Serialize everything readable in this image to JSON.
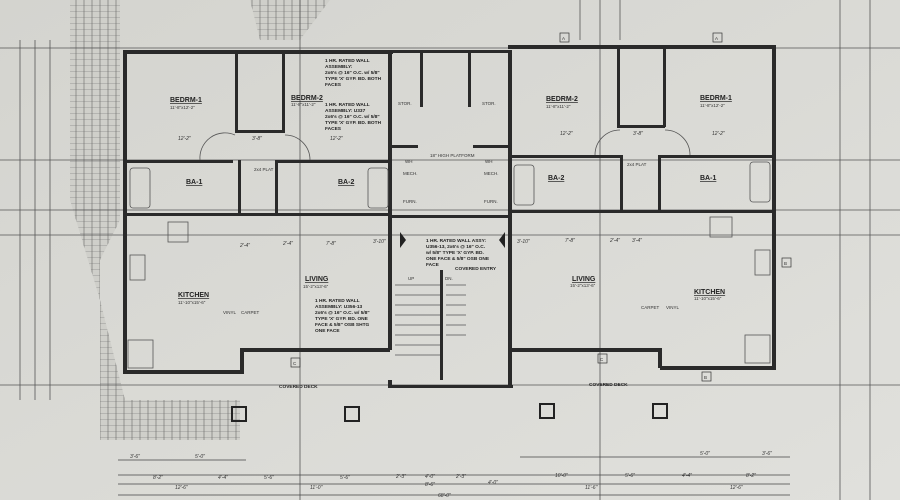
{
  "plan": {
    "left_unit": {
      "bedroom1": {
        "name": "BEDRM-1",
        "size": "11'-8\"x12'-2\""
      },
      "bedroom2": {
        "name": "BEDRM-2",
        "size": "11'-8\"x11'-2\""
      },
      "bath1": "BA-1",
      "bath2": "BA-2",
      "kitchen": {
        "name": "KITCHEN",
        "size": "11'-10\"x15'-6\""
      },
      "living": {
        "name": "LIVING",
        "size": "15'-2\"x13'-6\""
      },
      "flooring": [
        "VINYL",
        "CARPET"
      ],
      "deck": "COVERED DECK",
      "plat": "2x4 PLAT"
    },
    "core": {
      "stor_left": "STOR.",
      "stor_right": "STOR.",
      "mech_left": "MECH.",
      "mech_right": "MECH.",
      "furn_left": "FURN.",
      "furn_right": "FURN.",
      "wh": "WH",
      "platform": "18\" HIGH PLATFORM",
      "entry": "COVERED ENTRY",
      "up": "UP",
      "dn": "DN."
    },
    "right_unit": {
      "bedroom1": {
        "name": "BEDRM-1",
        "size": "11'-8\"x12'-2\""
      },
      "bedroom2": {
        "name": "BEDRM-2",
        "size": "11'-8\"x11'-2\""
      },
      "bath1": "BA-1",
      "bath2": "BA-2",
      "kitchen": {
        "name": "KITCHEN",
        "size": "11'-10\"x15'-6\""
      },
      "living": {
        "name": "LIVING",
        "size": "15'-2\"x13'-6\""
      },
      "flooring": [
        "CARPET",
        "VINYL"
      ],
      "deck": "COVERED DECK",
      "plat": "2x4 PLAT"
    },
    "notes": {
      "wall_a": [
        "1 HR. RATED WALL",
        "ASSEMBLY:",
        "2x6's @ 16\" O.C. w/ 5/8\"",
        "TYPE 'X' GYP. BD. BOTH",
        "FACES"
      ],
      "wall_b": [
        "1 HR. RATED WALL",
        "ASSEMBLY: U337",
        "2x6's @ 16\" O.C. w/ 5/8\"",
        "TYPE 'X' GYP. BD. BOTH",
        "FACES"
      ],
      "wall_c": [
        "1 HR. RATED WALL",
        "ASSEMBLY: U356-13",
        "2x6's @ 16\" O.C. w/ 5/8\"",
        "TYPE 'X' GYP. BD. ONE",
        "FACE & 5/8\" OSB SHTG",
        "ONE FACE"
      ],
      "wall_d": [
        "1 HR. RATED WALL ASSY:",
        "U356-13, 2x6's @ 16\" O.C.",
        "w/ 5/8\" TYPE 'X' GYP. BD.",
        "ONE FACE & 5/8\" OSB ONE",
        "FACE"
      ]
    },
    "interior_dims": [
      "12'-2\"",
      "3'-8\"",
      "12'-2\"",
      "12'-2\"",
      "3'-8\"",
      "12'-2\"",
      "2'-4\"",
      "7'-8\"",
      "3'-10\"",
      "3'-10\"",
      "7'-8\"",
      "2'-4\"",
      "2'-4\"",
      "3'-4\""
    ],
    "bottom_dims_row1": [
      "3'-6\"",
      "5'-0\"",
      "5'-0\"",
      "3'-6\""
    ],
    "bottom_dims_row2": [
      "8'-2\"",
      "4'-4\"",
      "5'-6\"",
      "5'-6\"",
      "2'-3\"",
      "4'-0\"",
      "2'-3\"",
      "4'-0\"",
      "10'-0\"",
      "5'-6\"",
      "4'-4\"",
      "8'-2\""
    ],
    "bottom_dims_row3": [
      "12'-6\"",
      "11'-0\"",
      "8'-6\"",
      "11'-6\"",
      "12'-6\""
    ],
    "overall": "68'-0\"",
    "section_tags": [
      "A",
      "B",
      "C",
      "A",
      "B",
      "C"
    ]
  }
}
